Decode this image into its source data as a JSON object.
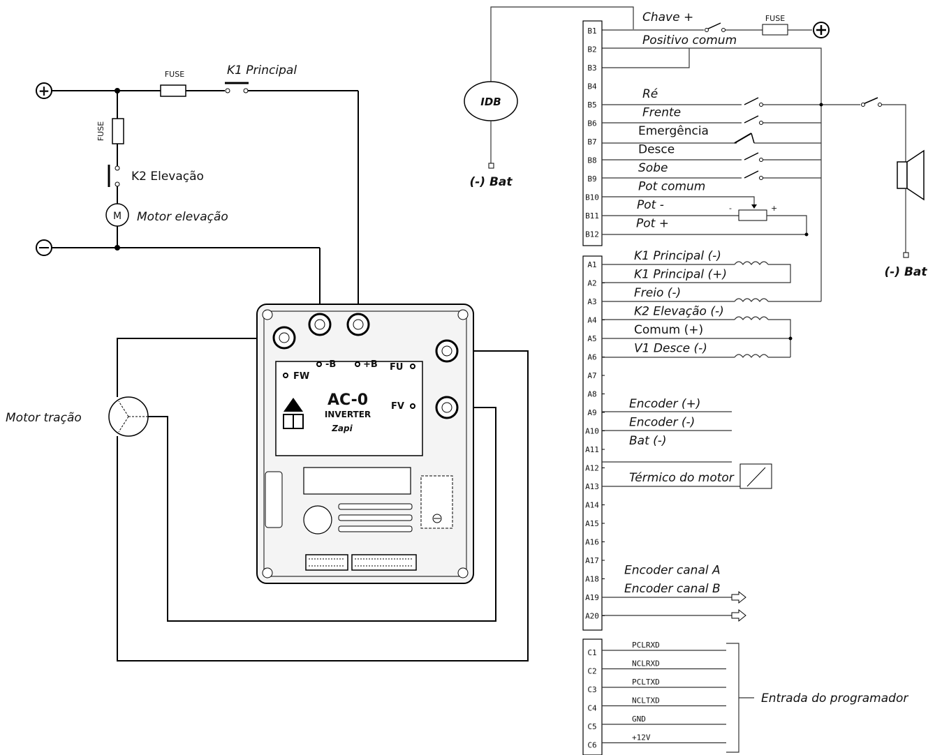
{
  "left_circuit": {
    "fuse_main": "FUSE",
    "fuse_vertical": "FUSE",
    "k1": "K1 Principal",
    "k2": "K2 Elevação",
    "motor_symbol": "M",
    "motor_lift": "Motor elevação",
    "motor_traction": "Motor tração",
    "plus": "+",
    "minus": "−"
  },
  "controller": {
    "fw": "FW",
    "neg_b": "-B",
    "pos_b": "+B",
    "fu": "FU",
    "fv": "FV",
    "model": "AC-0",
    "sub": "INVERTER",
    "brand": "Zapi"
  },
  "top": {
    "chave": "Chave +",
    "fuse": "FUSE",
    "positivo": "Positivo comum",
    "idb": "IDB",
    "bat_left": "(-) Bat",
    "bat_right": "(-) Bat"
  },
  "b_pins": [
    "B1",
    "B2",
    "B3",
    "B4",
    "B5",
    "B6",
    "B7",
    "B8",
    "B9",
    "B10",
    "B11",
    "B12"
  ],
  "b_labels": [
    {
      "row": 4,
      "text": "Ré"
    },
    {
      "row": 5,
      "text": "Frente"
    },
    {
      "row": 6,
      "text": "Emergência"
    },
    {
      "row": 7,
      "text": "Desce"
    },
    {
      "row": 8,
      "text": "Sobe"
    },
    {
      "row": 9,
      "text": "Pot comum"
    },
    {
      "row": 10,
      "text": "Pot -"
    },
    {
      "row": 11,
      "text": "Pot +"
    }
  ],
  "a_pins": [
    "A1",
    "A2",
    "A3",
    "A4",
    "A5",
    "A6",
    "A7",
    "A8",
    "A9",
    "A10",
    "A11",
    "A12",
    "A13",
    "A14",
    "A15",
    "A16",
    "A17",
    "A18",
    "A19",
    "A20"
  ],
  "a_labels": [
    {
      "row": 0,
      "text": "K1 Principal (-)"
    },
    {
      "row": 1,
      "text": "K1 Principal (+)"
    },
    {
      "row": 2,
      "text": "Freio (-)"
    },
    {
      "row": 3,
      "text": "K2 Elevação (-)"
    },
    {
      "row": 4,
      "text": "Comum (+)"
    },
    {
      "row": 5,
      "text": "V1 Desce (-)"
    },
    {
      "row": 8,
      "text": "Encoder (+)"
    },
    {
      "row": 9,
      "text": "Encoder (-)"
    },
    {
      "row": 10,
      "text": "Bat (-)"
    },
    {
      "row": 12,
      "text": "Térmico do motor"
    },
    {
      "row": 17,
      "text": "Encoder canal A"
    },
    {
      "row": 18,
      "text": "Encoder canal B"
    }
  ],
  "c_pins": [
    "C1",
    "C2",
    "C3",
    "C4",
    "C5",
    "C6"
  ],
  "c_labels": [
    "PCLRXD",
    "NCLRXD",
    "PCLTXD",
    "NCLTXD",
    "GND",
    "+12V"
  ],
  "programmer": "Entrada do programador"
}
